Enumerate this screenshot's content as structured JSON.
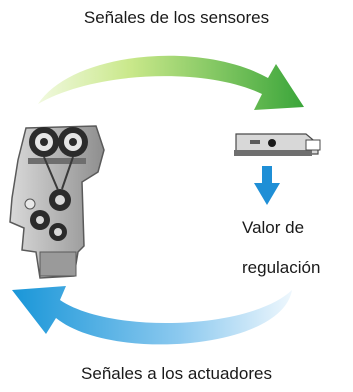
{
  "labels": {
    "top": "Señales de los sensores",
    "bottom": "Señales a los actuadores",
    "value_line1": "Valor de",
    "value_line2": "regulación"
  },
  "colors": {
    "sensor_arrow_start": "#e6f4c7",
    "sensor_arrow_end": "#3aa53a",
    "actuator_arrow_start": "#e3f1fb",
    "actuator_arrow_end": "#1996d8",
    "value_arrow": "#1f8fd6",
    "engine_body": "#a9a9a9",
    "ecu_body": "#6f6f6f"
  },
  "icons": [
    "engine-icon",
    "control-unit-icon"
  ]
}
